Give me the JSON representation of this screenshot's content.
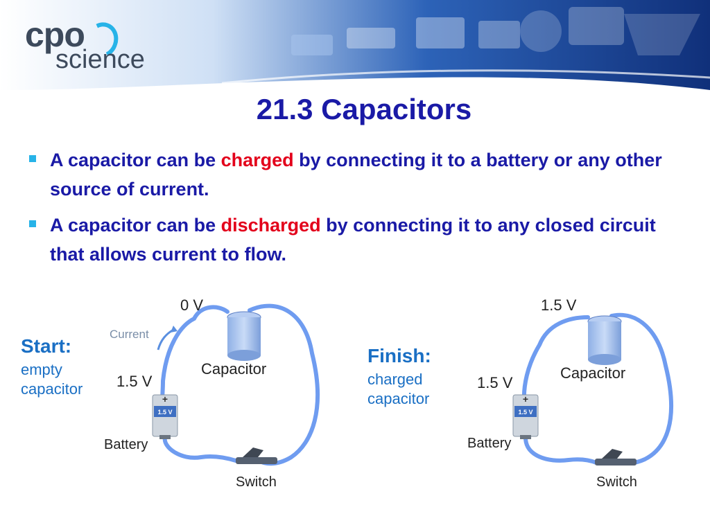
{
  "header": {
    "logo": {
      "primary": "cpo",
      "secondary": "science"
    },
    "colors": {
      "banner_blue": "#1f4fa0",
      "title_blue": "#1a1aa6",
      "accent_cyan": "#27b3e8",
      "highlight_red": "#e3001b"
    }
  },
  "slide": {
    "title": "21.3 Capacitors",
    "bullets": [
      {
        "before": "A capacitor can be ",
        "highlight": "charged",
        "after": " by connecting it to a battery or any other source of current."
      },
      {
        "before": "A capacitor can be ",
        "highlight": "discharged",
        "after": " by connecting it to any closed circuit that allows current to flow."
      }
    ]
  },
  "diagrams": {
    "start": {
      "title": "Start:",
      "subtitle_line1": "empty",
      "subtitle_line2": "capacitor",
      "capacitor_voltage": "0 V",
      "current_label": "Current",
      "battery_voltage": "1.5 V",
      "battery_cell_label": "1.5 V",
      "capacitor_label": "Capacitor",
      "battery_label": "Battery",
      "switch_label": "Switch"
    },
    "finish": {
      "title": "Finish:",
      "subtitle_line1": "charged",
      "subtitle_line2": "capacitor",
      "capacitor_voltage": "1.5 V",
      "battery_voltage": "1.5 V",
      "battery_cell_label": "1.5 V",
      "capacitor_label": "Capacitor",
      "battery_label": "Battery",
      "switch_label": "Switch"
    }
  }
}
